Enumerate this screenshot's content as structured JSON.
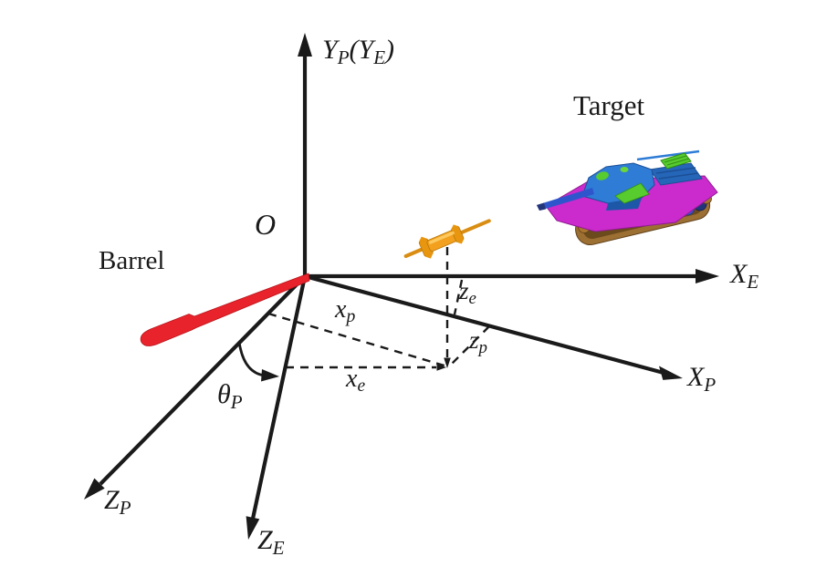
{
  "figure": {
    "background": "#ffffff"
  },
  "labels": {
    "origin": "O",
    "barrel": "Barrel",
    "target": "Target",
    "y_axis": {
      "base": "Y",
      "sub": "P",
      "paren_open": "(",
      "base2": "Y",
      "sub2": "E",
      "paren_close": ")"
    },
    "xe_axis": {
      "base": "X",
      "sub": "E"
    },
    "xp_axis": {
      "base": "X",
      "sub": "P"
    },
    "zp_axis": {
      "base": "Z",
      "sub": "P"
    },
    "ze_axis": {
      "base": "Z",
      "sub": "E"
    },
    "coord_xp": {
      "base": "x",
      "sub": "p"
    },
    "coord_xe": {
      "base": "x",
      "sub": "e"
    },
    "coord_ze": {
      "base": "z",
      "sub": "e"
    },
    "coord_zp": {
      "base": "z",
      "sub": "p"
    },
    "angle_theta": {
      "base": "θ",
      "sub": "P"
    }
  },
  "colors": {
    "ink": "#1a1a1a",
    "barrel_red": "#e8232b",
    "projectile_orange": "#f2a01d",
    "projectile_band_orange": "#e8960f",
    "tank_hull_magenta": "#cb2acd",
    "tank_turret_blue": "#2e7cd6",
    "tank_detail_green": "#58cb2f",
    "tank_track_tan": "#9c6f33",
    "tank_gun_blue": "#2e55cc"
  }
}
